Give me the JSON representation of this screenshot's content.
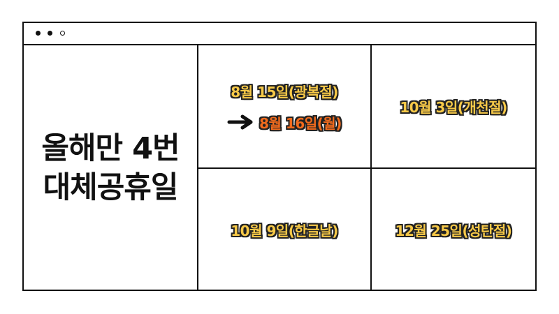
{
  "window": {
    "controls": [
      "dot-filled",
      "dot-filled",
      "dot-outline"
    ]
  },
  "headline": {
    "line1": "올해만 4번",
    "line2": "대체공휴일"
  },
  "holidays": {
    "liberation_day": "8월 15일(광복절)",
    "liberation_substitute": "8월 16일(월)",
    "foundation_day": "10월 3일(개천절)",
    "hangul_day": "10월 9일(한글날)",
    "christmas": "12월 25일(성탄절)"
  },
  "icons": {
    "arrow": "arrow-right-icon"
  },
  "colors": {
    "date_fill": "#f7c948",
    "substitute_fill": "#f26b1d",
    "outline": "#222222",
    "border": "#111111"
  }
}
